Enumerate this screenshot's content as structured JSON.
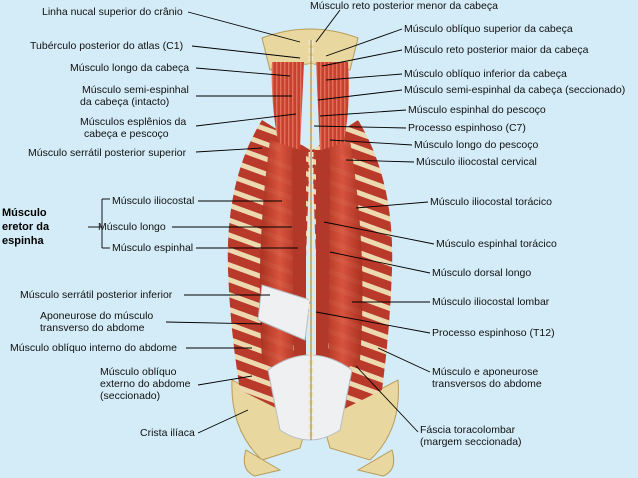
{
  "labels_left": {
    "linha_nucal": "Linha nucal superior do crânio",
    "tuberculo": "Tubérculo posterior do atlas (C1)",
    "longo_cabeca": "Músculo longo da cabeça",
    "semi_espinhal_1": "Músculo semi-espinhal",
    "semi_espinhal_2": "da cabeça (intacto)",
    "esplenios_1": "Músculos esplênios da",
    "esplenios_2": "cabeça e pescoço",
    "serratil_sup": "Músculo serrátil posterior superior",
    "eretor_1": "Músculo",
    "eretor_2": "eretor da",
    "eretor_3": "espinha",
    "iliocostal": "Músculo iliocostal",
    "longo": "Músculo longo",
    "espinhal": "Músculo espinhal",
    "serratil_inf": "Músculo serrátil posterior inferior",
    "aponeurose_1": "Aponeurose do músculo",
    "aponeurose_2": "transverso do abdome",
    "obliquo_interno": "Músculo oblíquo interno do abdome",
    "obliquo_externo_1": "Músculo oblíquo",
    "obliquo_externo_2": "externo do abdome",
    "obliquo_externo_3": "(seccionado)",
    "crista": "Crista ilíaca"
  },
  "labels_right": {
    "reto_menor": "Músculo reto posterior menor da cabeça",
    "obliquo_sup": "Músculo oblíquo superior da cabeça",
    "reto_maior": "Músculo reto posterior maior da cabeça",
    "obliquo_inf": "Músculo oblíquo inferior da cabeça",
    "semi_seccionado": "Músculo semi-espinhal da cabeça (seccionado)",
    "espinhal_pescoco": "Músculo espinhal do pescoço",
    "processo_c7": "Processo espinhoso (C7)",
    "longo_pescoco": "Músculo longo do pescoço",
    "iliocostal_cervical": "Músculo iliocostal cervical",
    "iliocostal_toracico": "Músculo iliocostal torácico",
    "espinhal_toracico": "Músculo espinhal torácico",
    "dorsal_longo": "Músculo dorsal longo",
    "iliocostal_lombar": "Músculo iliocostal lombar",
    "processo_t12": "Processo espinhoso (T12)",
    "transversos_1": "Músculo e aponeurose",
    "transversos_2": "transversos do abdome",
    "fascia_1": "Fáscia toracolombar",
    "fascia_2": "(margem seccionada)"
  },
  "colors": {
    "background": "#d3ecf7",
    "muscle": "#c8402f",
    "muscle_dark": "#9c2a1f",
    "rib": "#ecd9b0",
    "bone": "#e9d7a0",
    "tendon": "#eef0f2"
  }
}
